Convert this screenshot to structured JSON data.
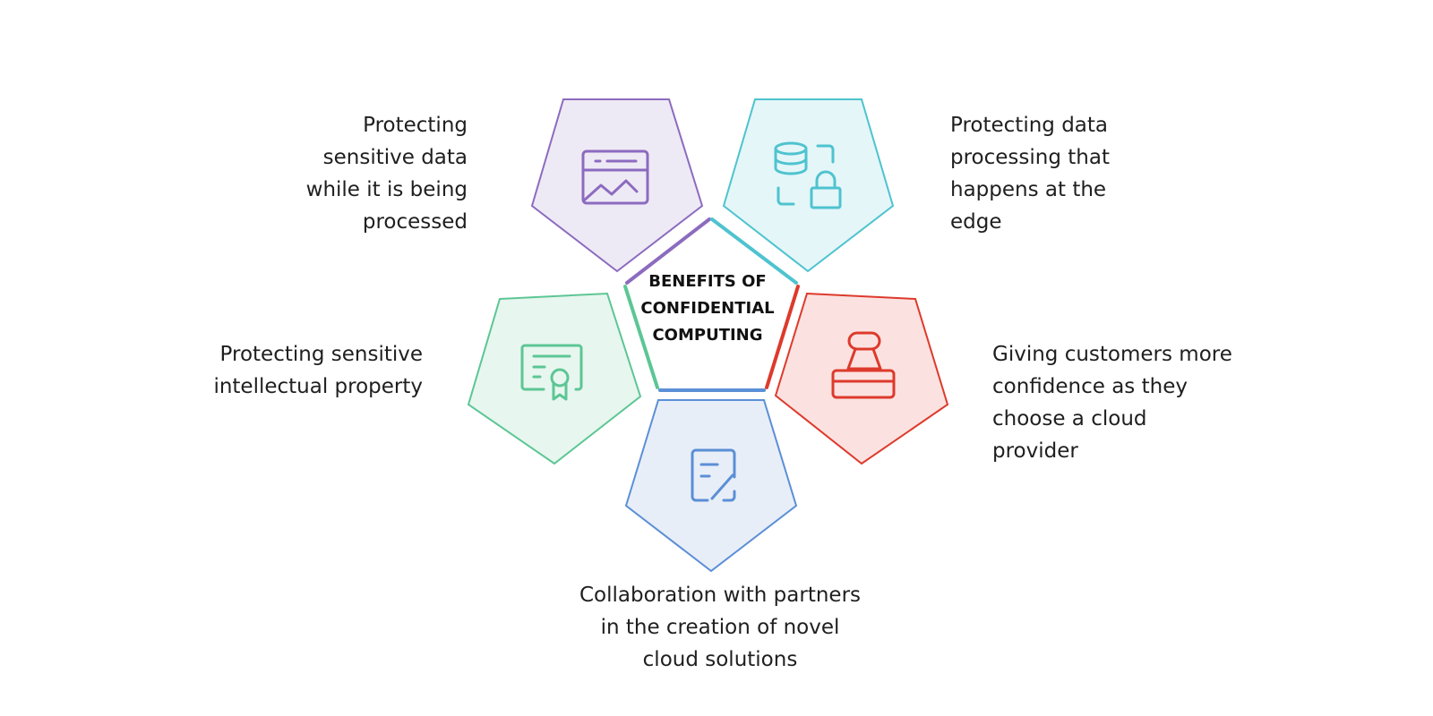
{
  "center": {
    "title": "BENEFITS OF\nCONFIDENTIAL\nCOMPUTING"
  },
  "benefits": [
    {
      "id": "top-left",
      "text": "Protecting\nsensitive data\nwhile it is being\nprocessed",
      "icon": "browser-chart-icon",
      "color": "#8c6bbf",
      "fill": "#eeeaf5"
    },
    {
      "id": "top-right",
      "text": "Protecting data\nprocessing that\nhappens at the\nedge",
      "icon": "database-lock-icon",
      "color": "#4ec3cf",
      "fill": "#e4f6f8"
    },
    {
      "id": "right",
      "text": "Giving customers more\nconfidence as they\nchoose a cloud\nprovider",
      "icon": "stamp-icon",
      "color": "#dd3a2c",
      "fill": "#fbe2e0"
    },
    {
      "id": "bottom",
      "text": "Collaboration with partners\nin the creation of novel\ncloud solutions",
      "icon": "document-edit-icon",
      "color": "#5b8fd6",
      "fill": "#e8eef8"
    },
    {
      "id": "left",
      "text": "Protecting sensitive\nintellectual property",
      "icon": "certificate-icon",
      "color": "#5cc695",
      "fill": "#e7f6ee"
    }
  ]
}
